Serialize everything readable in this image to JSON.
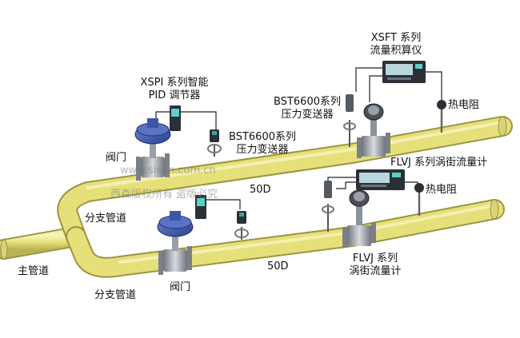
{
  "labels": {
    "main_pipe": "主管道",
    "branch_upper": "分支管道",
    "branch_lower": "分支管道",
    "valve_upper": "阀门",
    "valve_lower": "阀门",
    "xspi_line1": "XSPI 系列智能",
    "xspi_line2": "PID 调节器",
    "bst_left_line1": "BST6600系列",
    "bst_left_line2": "压力变送器",
    "bst_right_line1": "BST6600系列",
    "bst_right_line2": "压力变送器",
    "xsft_line1": "XSFT 系列",
    "xsft_line2": "流量积算仪",
    "rtd_upper": "热电阻",
    "rtd_lower": "热电阻",
    "flvj_upper": "FLVJ 系列涡街流量计",
    "flvj_lower_line1": "FLVJ 系列",
    "flvj_lower_line2": "涡街流量计",
    "dist_upper": "50D",
    "dist_lower": "50D"
  },
  "watermark": {
    "url": "www.sisen.com.cn",
    "notice": "西森版权所有 盗版必究"
  },
  "colors": {
    "pipe": "#e6e07a",
    "pipe_edge": "#9a9540",
    "valve_blue": "#3d56a8",
    "flange": "#8a8f96",
    "instrument": "#2b2f36",
    "wire": "#222222"
  }
}
